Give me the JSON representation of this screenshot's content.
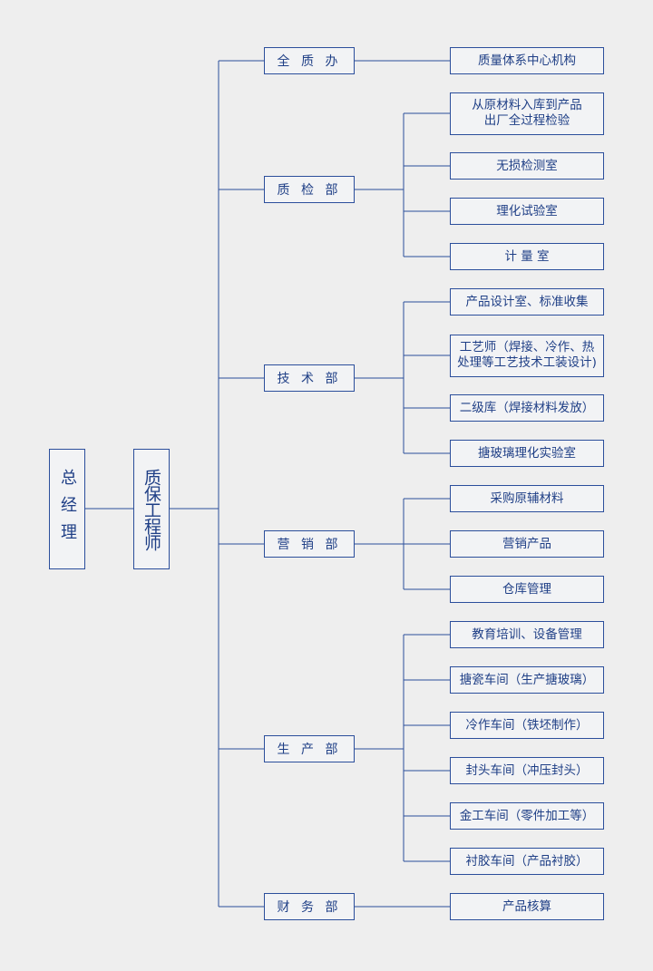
{
  "general_manager": "总经理",
  "quality_engineer": "质保工程师",
  "departments": [
    {
      "name": "全 质 办",
      "items": [
        "质量体系中心机构"
      ]
    },
    {
      "name": "质 检 部",
      "items": [
        "从原材料入库到产品\n出厂全过程检验",
        "无损检测室",
        "理化试验室",
        "计 量 室"
      ]
    },
    {
      "name": "技 术 部",
      "items": [
        "产品设计室、标准收集",
        "工艺师（焊接、冷作、热\n处理等工艺技术工装设计)",
        "二级库（焊接材料发放）",
        "搪玻璃理化实验室"
      ]
    },
    {
      "name": "营 销 部",
      "items": [
        "采购原辅材料",
        "营销产品",
        "仓库管理"
      ]
    },
    {
      "name": "生 产 部",
      "items": [
        "教育培训、设备管理",
        "搪瓷车间（生产搪玻璃）",
        "冷作车间（铁坯制作）",
        "封头车间（冲压封头）",
        "金工车间（零件加工等）",
        "衬胶车间（产品衬胶）"
      ]
    },
    {
      "name": "财 务 部",
      "items": [
        "产品核算"
      ]
    }
  ],
  "colors": {
    "line": "#2b4e9b",
    "text": "#1f3f86",
    "background": "#eeeeee",
    "box_fill": "#f2f3f5"
  }
}
